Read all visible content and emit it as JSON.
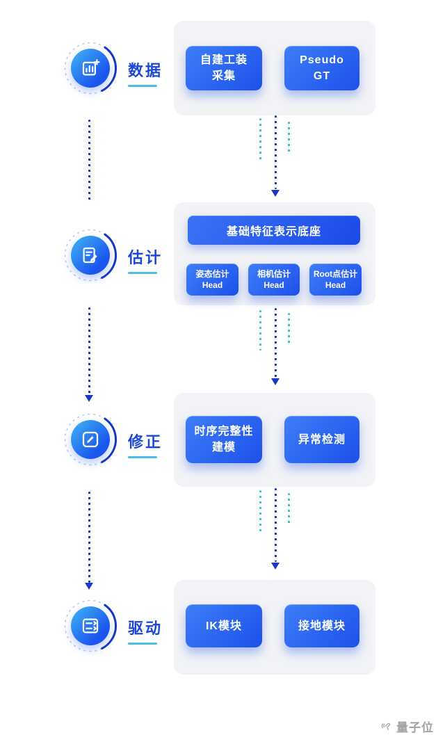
{
  "stages": [
    {
      "label": "数据",
      "icon": "clipboard-chart-plus-icon",
      "blocks": [
        {
          "lines": [
            "自建工装",
            "采集"
          ]
        },
        {
          "lines": [
            "Pseudo",
            "GT"
          ]
        }
      ]
    },
    {
      "label": "估计",
      "icon": "document-edit-icon",
      "banner": "基础特征表示底座",
      "heads": [
        {
          "lines": [
            "姿态估计",
            "Head"
          ]
        },
        {
          "lines": [
            "相机估计",
            "Head"
          ]
        },
        {
          "lines": [
            "Root点估计",
            "Head"
          ]
        }
      ]
    },
    {
      "label": "修正",
      "icon": "pencil-square-icon",
      "blocks": [
        {
          "lines": [
            "时序完整性",
            "建模"
          ]
        },
        {
          "lines": [
            "异常检测"
          ]
        }
      ]
    },
    {
      "label": "驱动",
      "icon": "server-arrows-icon",
      "blocks": [
        {
          "lines": [
            "IK模块"
          ]
        },
        {
          "lines": [
            "接地模块"
          ]
        }
      ]
    }
  ],
  "watermark": {
    "label": "量子位"
  },
  "colors": {
    "accent_blue": "#1a47d8",
    "button_gradient_start": "#3e7ef8",
    "button_gradient_end": "#1c50ea",
    "panel_background": "#f2f3f6",
    "connector_navy": "#1b38c6",
    "connector_teal": "#3cc4d6",
    "label_underline": "#49bdea"
  }
}
